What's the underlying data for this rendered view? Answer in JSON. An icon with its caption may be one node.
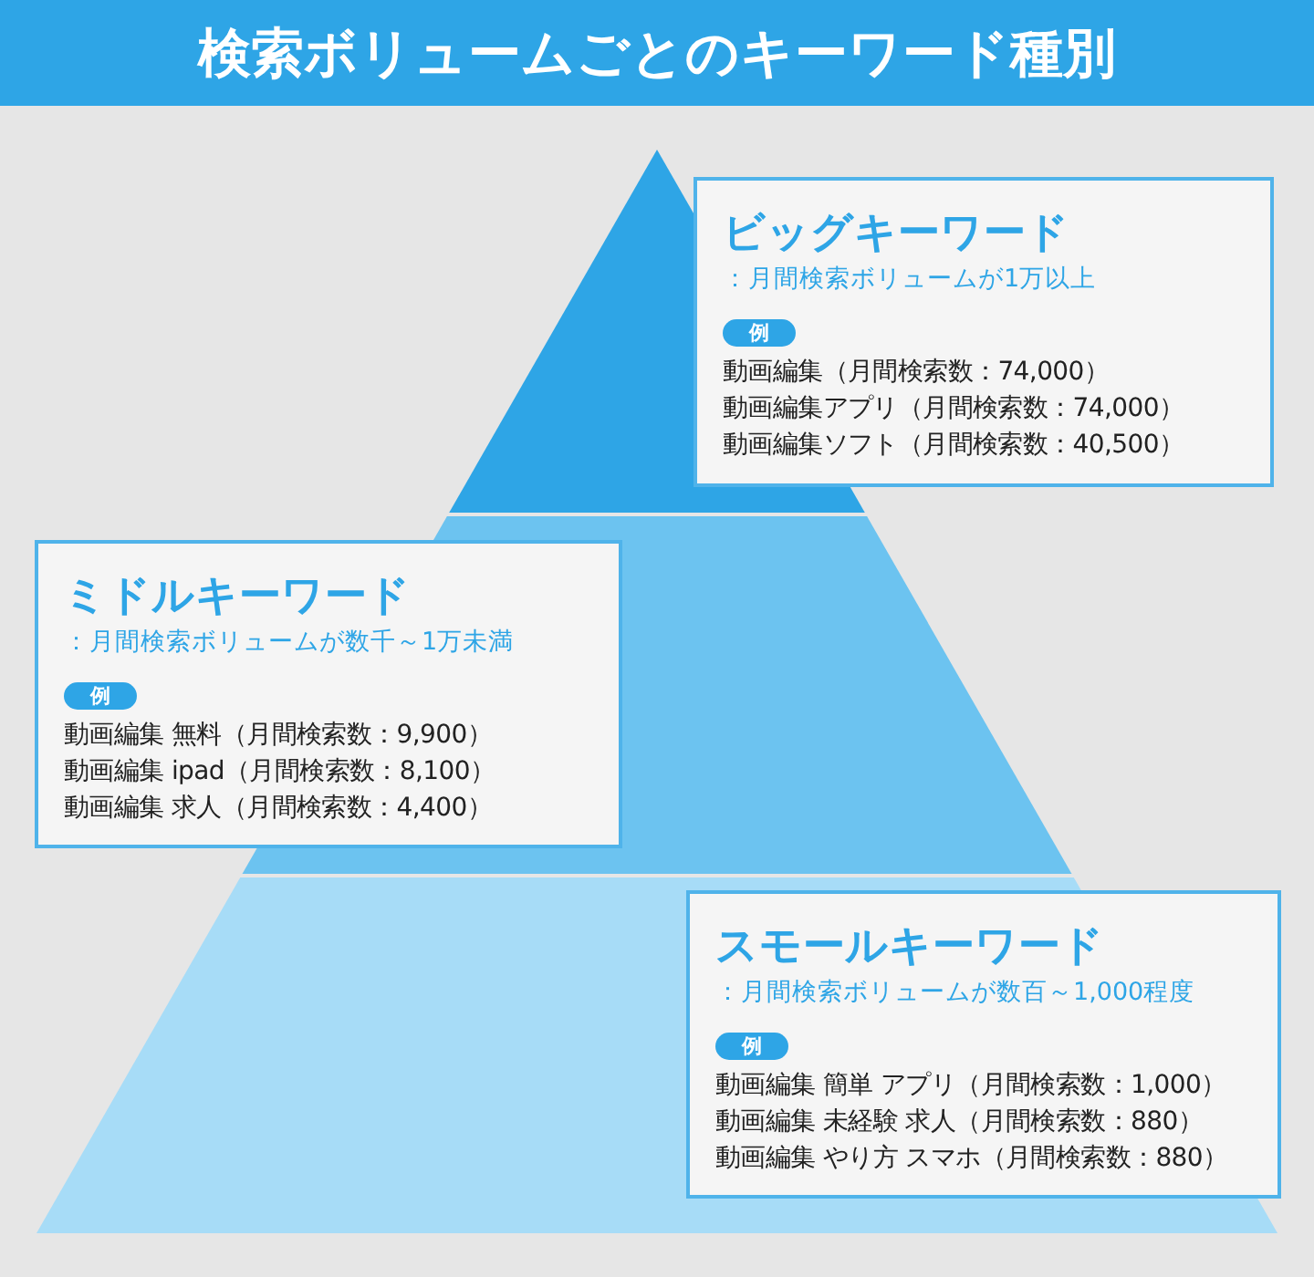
{
  "diagram": {
    "title": "検索ボリュームごとのキーワード種別",
    "nodes": [
      {
        "text": [
          "ビッグキーワード",
          "：月間検索ボリュームが1万以上",
          "例",
          "動画編集（月間検索数：74,000）",
          "動画編集アプリ（月間検索数：74,000）",
          "動画編集ソフト（月間検索数：40,500）"
        ]
      },
      {
        "text": [
          "ミドルキーワード",
          "：月間検索ボリュームが数千～1万未満",
          "例",
          "動画編集 無料（月間検索数：9,900）",
          "動画編集 ipad（月間検索数：8,100）",
          "動画編集 求人（月間検索数：4,400）"
        ]
      },
      {
        "text": [
          "スモールキーワード",
          "：月間検索ボリュームが数百～1,000程度",
          "例",
          "動画編集 簡単 アプリ（月間検索数：1,000）",
          "動画編集 未経験 求人（月間検索数：880）",
          "動画編集 やり方 スマホ（月間検索数：880）"
        ]
      }
    ]
  }
}
